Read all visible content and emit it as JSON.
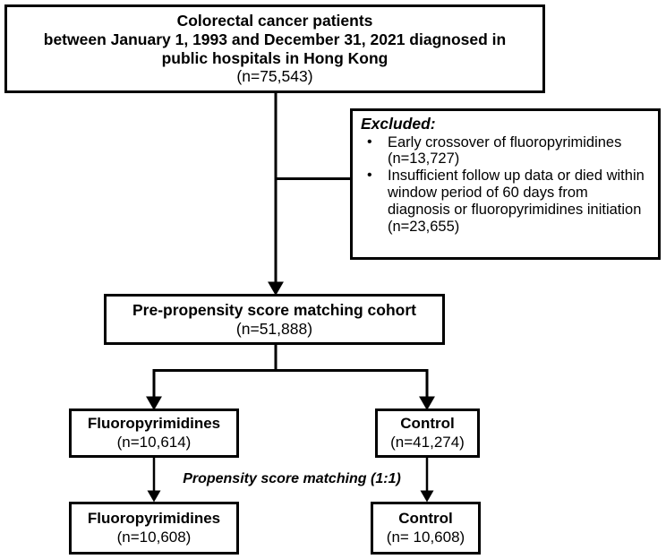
{
  "diagram": {
    "title": "Colorectal cancer cohort selection flow diagram",
    "line_color": "#000000",
    "box_border_color": "#000000",
    "background_color": "#ffffff"
  },
  "boxes": {
    "source_cohort": {
      "line1": "Colorectal cancer patients",
      "line2": "between January 1, 1993 and December 31, 2021 diagnosed in",
      "line3": "public hospitals in Hong Kong",
      "count": "(n=75,543)"
    },
    "excluded": {
      "heading": "Excluded:",
      "bullet_glyph": "•",
      "items": [
        "Early crossover of fluoropyrimidines (n=13,727)",
        "Insufficient follow up data or died within window period of 60 days from diagnosis or fluoropyrimidines initiation (n=23,655)"
      ]
    },
    "pre_psm_cohort": {
      "title": "Pre-propensity score matching cohort",
      "count": "(n=51,888)"
    },
    "fluoropyrimidines_pre": {
      "title": "Fluoropyrimidines",
      "count": "(n=10,614)"
    },
    "control_pre": {
      "title": "Control",
      "count": "(n=41,274)"
    },
    "fluoropyrimidines_post": {
      "title": "Fluoropyrimidines",
      "count": "(n=10,608)"
    },
    "control_post": {
      "title": "Control",
      "count": "(n= 10,608)"
    }
  },
  "connector_labels": {
    "propensity_score_matching": "Propensity score matching (1:1)"
  }
}
